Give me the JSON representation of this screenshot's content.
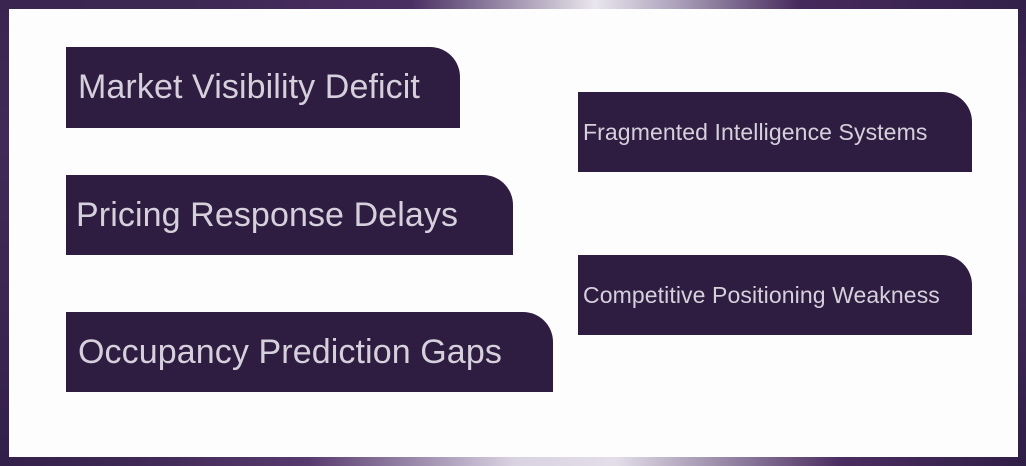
{
  "slide": {
    "background_color": "#fdfdfd",
    "frame_color": "#3a2550",
    "card_color": "#2e1d41",
    "card_text_color": "#d5d0dc"
  },
  "cards": [
    {
      "id": "market-visibility-deficit",
      "label": "Market Visibility Deficit",
      "column": "left",
      "size": "big"
    },
    {
      "id": "pricing-response-delays",
      "label": "Pricing Response Delays",
      "column": "left",
      "size": "big"
    },
    {
      "id": "occupancy-prediction-gaps",
      "label": "Occupancy Prediction Gaps",
      "column": "left",
      "size": "big"
    },
    {
      "id": "fragmented-intelligence-systems",
      "label": "Fragmented Intelligence Systems",
      "column": "right",
      "size": "small"
    },
    {
      "id": "competitive-positioning-weakness",
      "label": "Competitive Positioning Weakness",
      "column": "right",
      "size": "small"
    }
  ]
}
